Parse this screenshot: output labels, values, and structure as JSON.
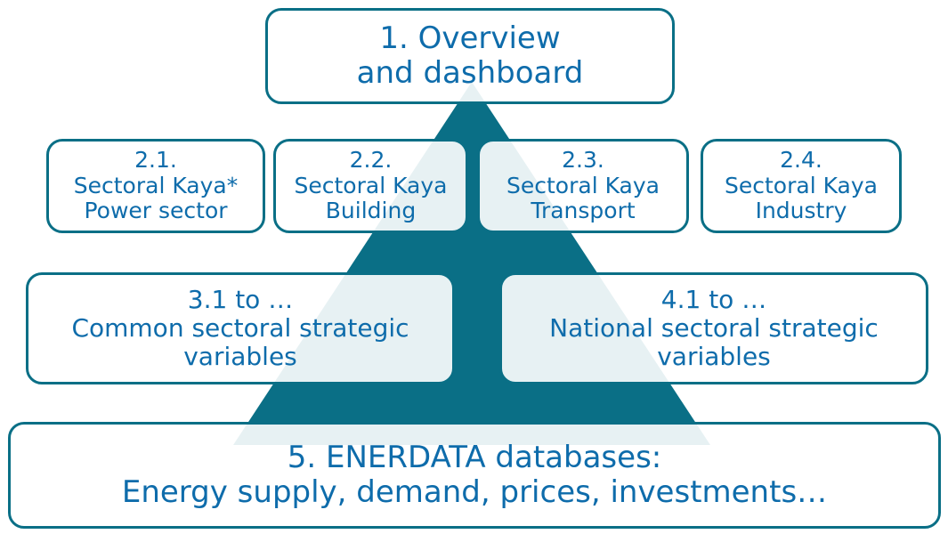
{
  "colors": {
    "pyramid_fill": "#0a6f86",
    "box_border": "#0a6f86",
    "text": "#0e6cab",
    "box_fill": "#ffffff"
  },
  "boxes": {
    "overview": {
      "line1": "1. Overview",
      "line2": "and dashboard"
    },
    "kaya_power": {
      "line1": "2.1.",
      "line2": "Sectoral Kaya*",
      "line3": "Power sector"
    },
    "kaya_building": {
      "line1": "2.2.",
      "line2": "Sectoral Kaya",
      "line3": "Building"
    },
    "kaya_transport": {
      "line1": "2.3.",
      "line2": "Sectoral Kaya",
      "line3": "Transport"
    },
    "kaya_industry": {
      "line1": "2.4.",
      "line2": "Sectoral Kaya",
      "line3": "Industry"
    },
    "common_variables": {
      "line1": "3.1 to …",
      "line2": "Common sectoral strategic",
      "line3": "variables"
    },
    "national_variables": {
      "line1": "4.1 to …",
      "line2": "National sectoral strategic",
      "line3": "variables"
    },
    "databases": {
      "line1": "5. ENERDATA databases:",
      "line2": "Energy supply, demand, prices, investments…"
    }
  }
}
